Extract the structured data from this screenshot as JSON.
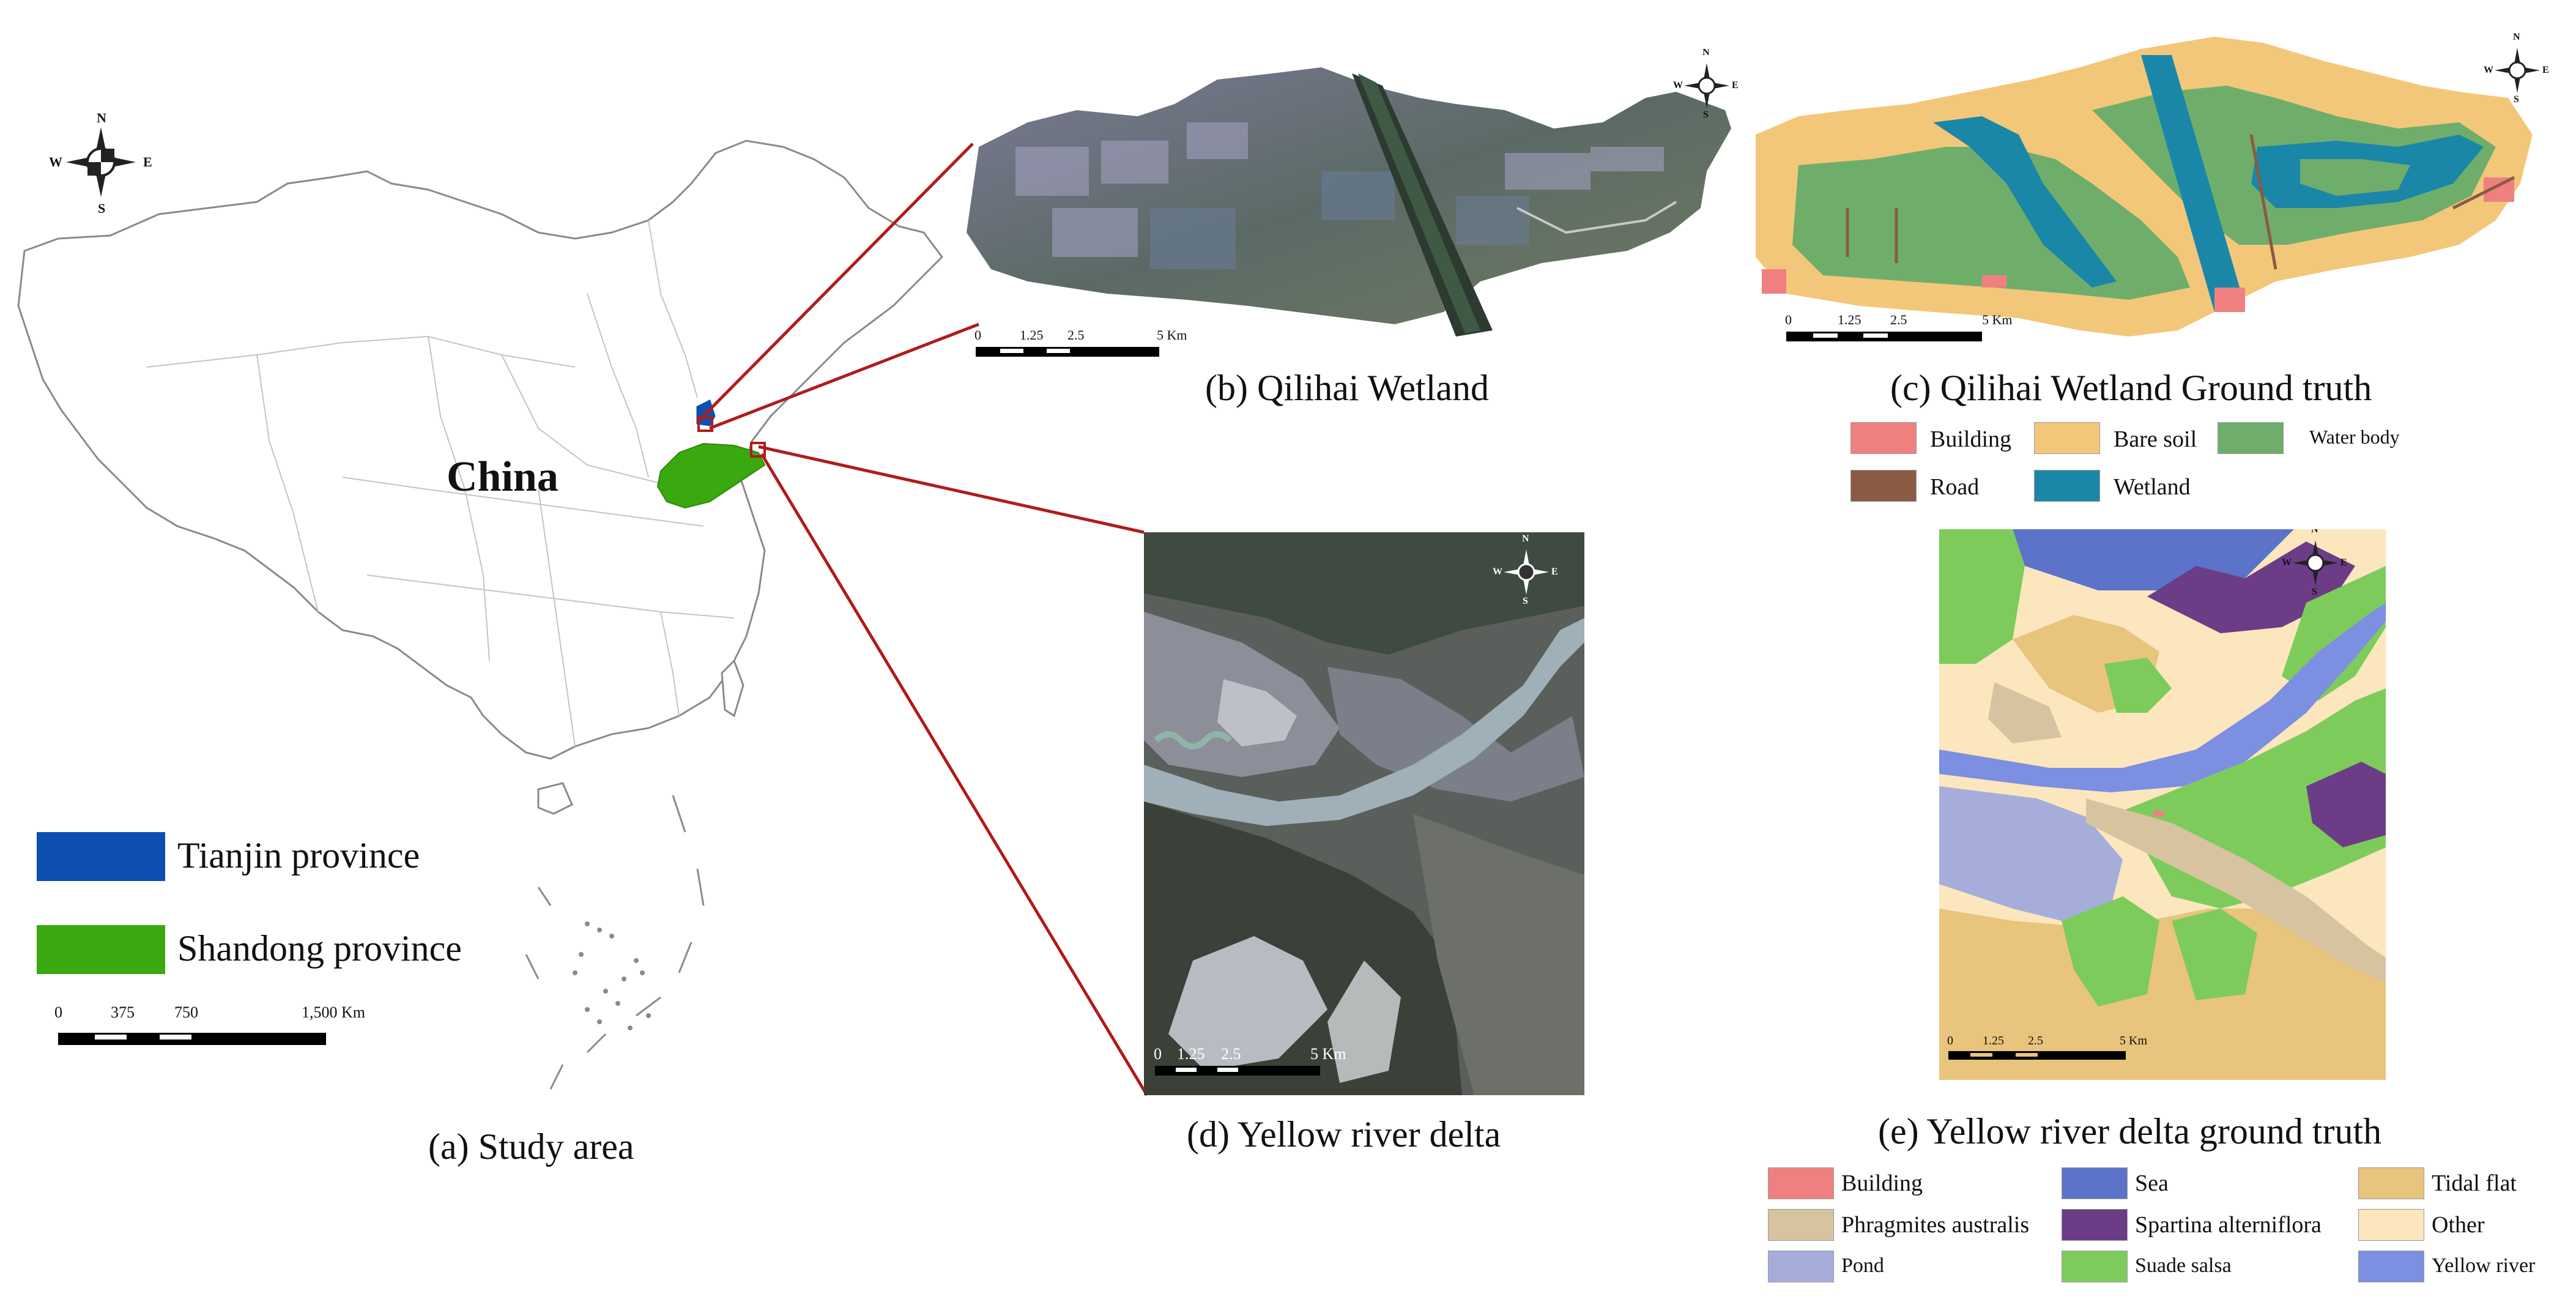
{
  "panel_a": {
    "country_label": "China",
    "caption": "(a) Study area",
    "compass": {
      "n": "N",
      "s": "S",
      "e": "E",
      "w": "W"
    },
    "legend": [
      {
        "label": "Tianjin province",
        "color": "#0d4fb1"
      },
      {
        "label": "Shandong province",
        "color": "#3aa80f"
      }
    ],
    "scale": {
      "ticks": [
        "0",
        "375",
        "750",
        "1,500 Km"
      ]
    }
  },
  "panel_b": {
    "caption": "(b) Qilihai Wetland",
    "compass": {
      "n": "N",
      "s": "S",
      "e": "E",
      "w": "W"
    },
    "scale": {
      "ticks": [
        "0",
        "1.25",
        "2.5",
        "5 Km"
      ]
    }
  },
  "panel_c": {
    "caption": "(c) Qilihai Wetland Ground truth",
    "compass": {
      "n": "N",
      "s": "S",
      "e": "E",
      "w": "W"
    },
    "scale": {
      "ticks": [
        "0",
        "1.25",
        "2.5",
        "5 Km"
      ]
    },
    "legend": [
      {
        "label": "Building",
        "color": "#f08080"
      },
      {
        "label": "Bare soil",
        "color": "#f3c77a"
      },
      {
        "label": "Water body",
        "color": "#6fae6a"
      },
      {
        "label": "Road",
        "color": "#8a5a44"
      },
      {
        "label": "Wetland",
        "color": "#1b87a8"
      }
    ]
  },
  "panel_d": {
    "caption": "(d) Yellow river delta",
    "compass": {
      "n": "N",
      "s": "S",
      "e": "E",
      "w": "W"
    },
    "scale": {
      "ticks": [
        "0",
        "1.25",
        "2.5",
        "5 Km"
      ]
    }
  },
  "panel_e": {
    "caption": "(e) Yellow river delta ground truth",
    "compass": {
      "n": "N",
      "s": "S",
      "e": "E",
      "w": "W"
    },
    "scale": {
      "ticks": [
        "0",
        "1.25",
        "2.5",
        "5 Km"
      ]
    },
    "legend": [
      {
        "label": "Building",
        "color": "#f08080"
      },
      {
        "label": "Sea",
        "color": "#5b73c9"
      },
      {
        "label": "Tidal flat",
        "color": "#e9c47c"
      },
      {
        "label": "Phragmites australis",
        "color": "#d8c3a1"
      },
      {
        "label": "Spartina alterniflora",
        "color": "#6c3c86"
      },
      {
        "label": "Other",
        "color": "#fbe6bd"
      },
      {
        "label": "Pond",
        "color": "#a7addb"
      },
      {
        "label": "Suade salsa",
        "color": "#7dcc5b"
      },
      {
        "label": "Yellow river",
        "color": "#7c8fe0"
      }
    ]
  }
}
